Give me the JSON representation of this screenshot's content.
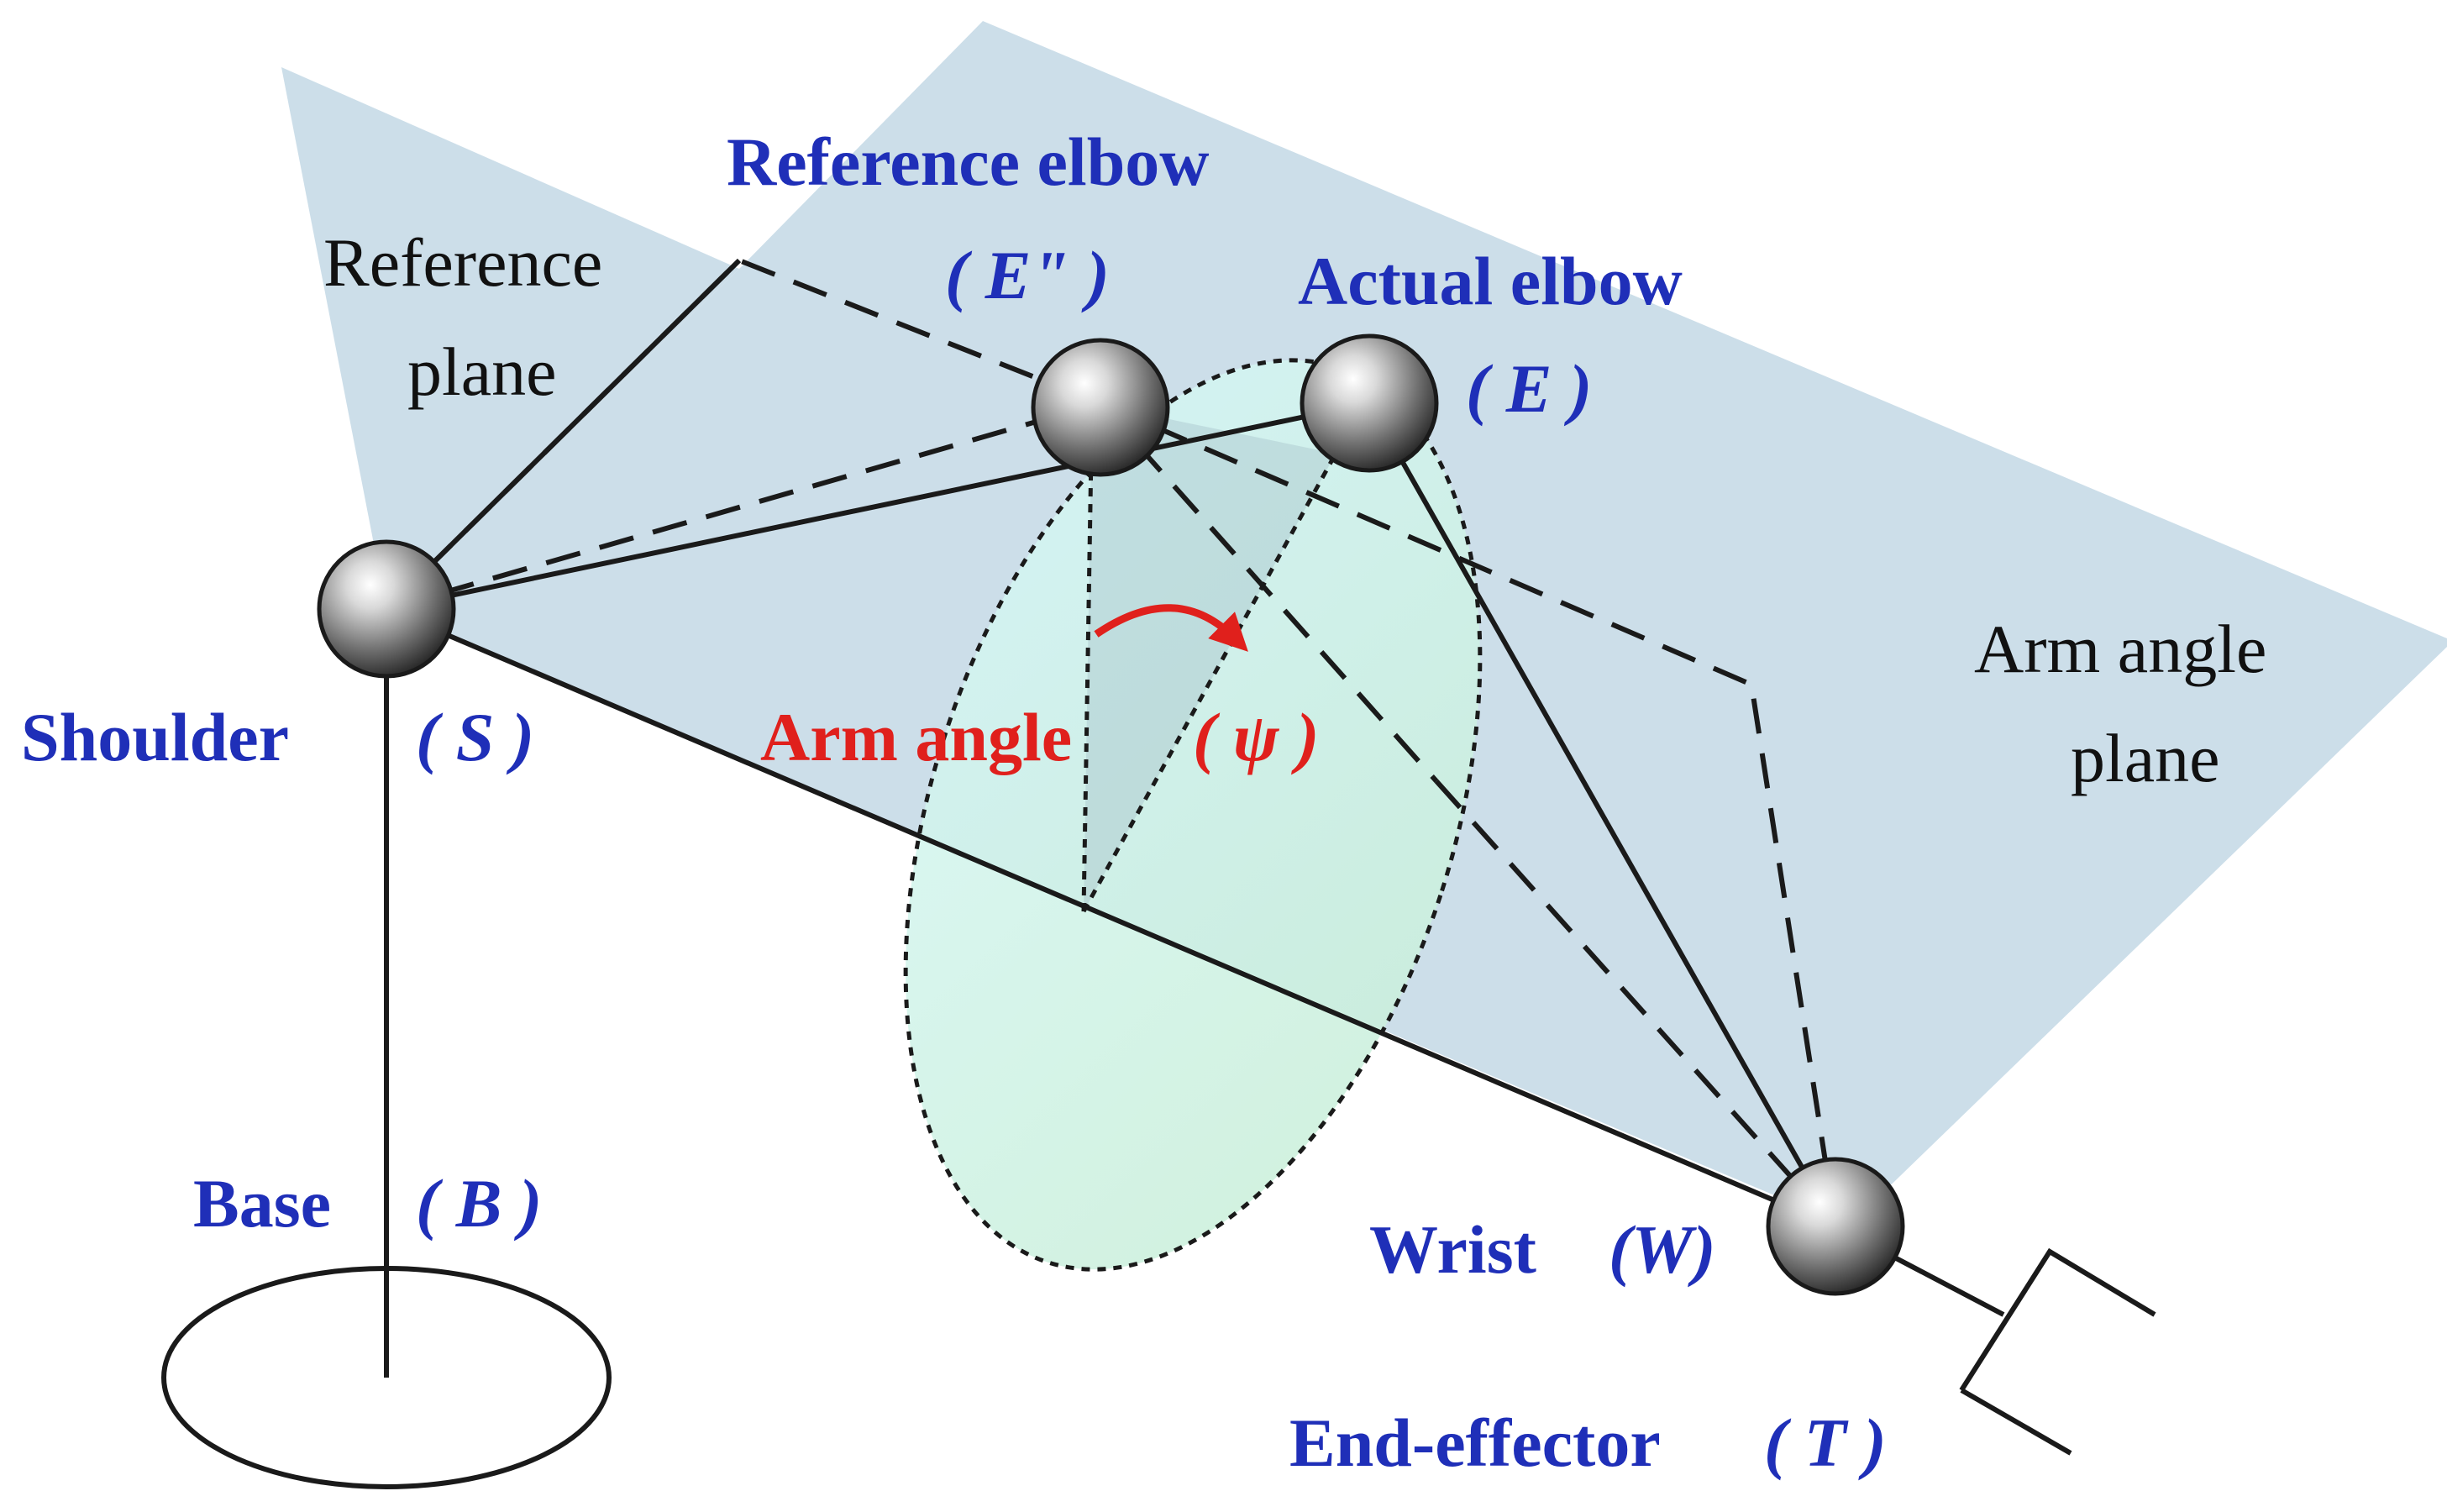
{
  "labels": {
    "reference_elbow": "Reference elbow",
    "reference_elbow_sym": "( E\" )",
    "actual_elbow": "Actual elbow",
    "actual_elbow_sym": "( E )",
    "reference_plane_line1": "Reference",
    "reference_plane_line2": "plane",
    "arm_angle_plane_line1": "Arm angle",
    "arm_angle_plane_line2": "plane",
    "shoulder": "Shoulder",
    "shoulder_sym": "( S )",
    "arm_angle": "Arm angle",
    "arm_angle_sym": "( ψ )",
    "base": "Base",
    "base_sym": "( B )",
    "wrist": "Wrist",
    "wrist_sym": "(W)",
    "end_effector": "End-effector",
    "end_effector_sym": "( T )"
  },
  "colors": {
    "label_blue": "#1f2fb8",
    "label_red": "#e0201c",
    "plane_fill": "#c9dce8",
    "circle_fill_start": "#d6f7f7",
    "circle_fill_end": "#c8eed6"
  }
}
